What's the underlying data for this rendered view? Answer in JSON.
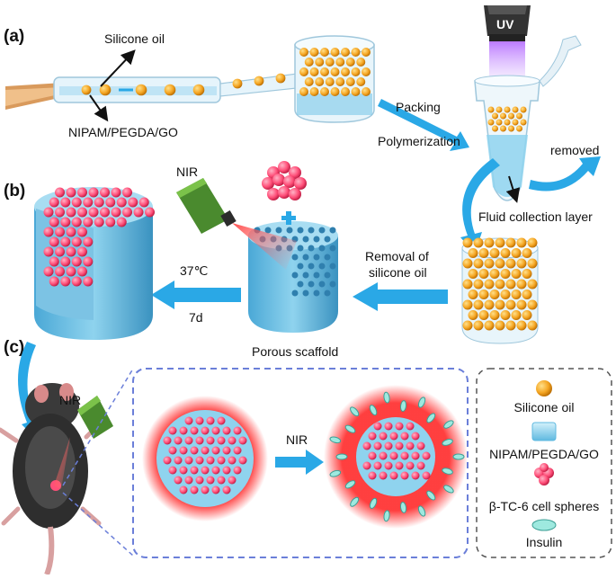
{
  "panels": {
    "a": "(a)",
    "b": "(b)",
    "c": "(c)"
  },
  "labels": {
    "silicone_oil": "Silicone oil",
    "nipam_mix": "NIPAM/PEGDA/GO",
    "packing": "Packing",
    "polymerization": "Polymerization",
    "uv": "UV",
    "removed": "removed",
    "fluid_layer": "Fluid collection layer",
    "nir_b": "NIR",
    "removal_line1": "Removal of",
    "removal_line2": "silicone oil",
    "temp": "37℃",
    "duration": "7d",
    "porous": "Porous scaffold",
    "nir_mouse": "NIR",
    "nir_arrow": "NIR"
  },
  "legend": {
    "items": [
      {
        "icon": "silicone-oil-droplet-icon",
        "label": "Silicone oil"
      },
      {
        "icon": "hydrogel-block-icon",
        "label": "NIPAM/PEGDA/GO"
      },
      {
        "icon": "cell-sphere-icon",
        "label": "β-TC-6 cell spheres"
      },
      {
        "icon": "insulin-icon",
        "label": "Insulin"
      }
    ]
  },
  "colors": {
    "oil": "#f5a623",
    "gel": "#8fd3ee",
    "cell": "#ff4f79",
    "arrow": "#2aa8e6",
    "insulin": "#9ee9df",
    "dash": "#6b7fd9"
  }
}
